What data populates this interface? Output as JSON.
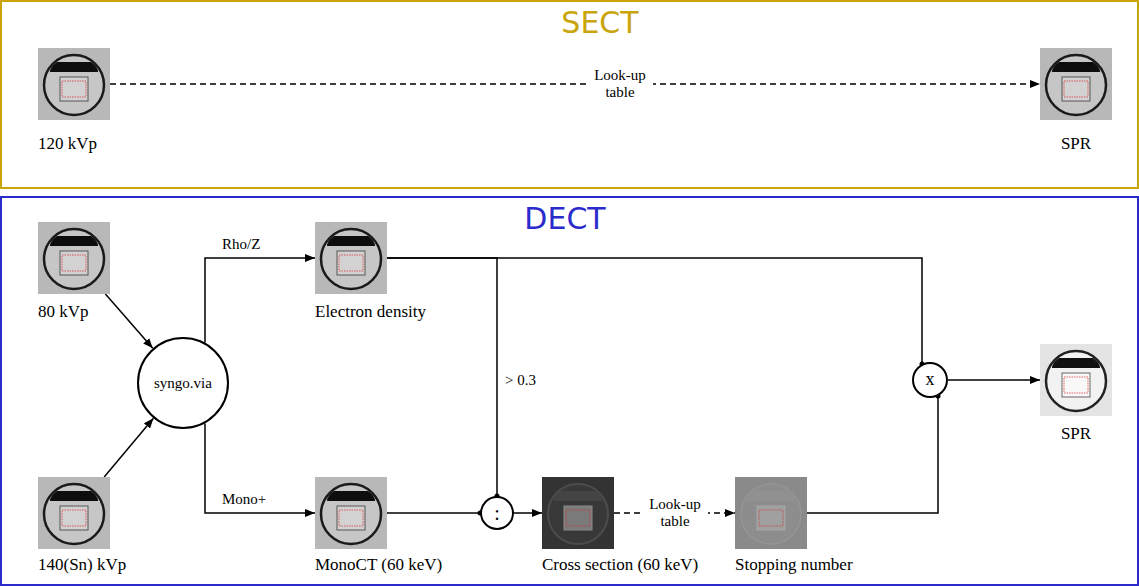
{
  "diagram": {
    "nodes": [
      {
        "text": [
          "SECT"
        ]
      },
      {
        "text": [
          "120 kVp"
        ],
        "in": 0
      },
      {
        "text": [
          "SPR"
        ],
        "in": 0
      },
      {
        "text": [
          "DECT"
        ]
      },
      {
        "text": [
          "80 kVp"
        ],
        "in": 3
      },
      {
        "text": [
          "140(Sn) kVp"
        ],
        "in": 3
      },
      {
        "text": [
          "syngo.via"
        ],
        "in": 3
      },
      {
        "text": [
          "Electron density"
        ],
        "in": 3
      },
      {
        "text": [
          "MonoCT (60 keV)"
        ],
        "in": 3
      },
      {
        "text": [
          ":"
        ],
        "in": 3
      },
      {
        "text": [
          "Cross section (60 keV)"
        ],
        "in": 3
      },
      {
        "text": [
          "Stopping number"
        ],
        "in": 3
      },
      {
        "text": [
          "x"
        ],
        "in": 3
      },
      {
        "text": [
          "SPR"
        ],
        "in": 3
      }
    ],
    "edges": [
      {
        "from": 1,
        "to": 2,
        "arrow": "to",
        "label": "Look-up table"
      },
      {
        "from": 4,
        "to": 6,
        "arrow": "to"
      },
      {
        "from": 5,
        "to": 6,
        "arrow": "to"
      },
      {
        "from": 6,
        "to": 7,
        "arrow": "to",
        "label": "Rho/Z"
      },
      {
        "from": 6,
        "to": 8,
        "arrow": "to",
        "label": "Mono+"
      },
      {
        "from": 7,
        "to": 9,
        "arrow": "none",
        "label": "> 0.3"
      },
      {
        "from": 8,
        "to": 9,
        "arrow": "none"
      },
      {
        "from": 9,
        "to": 10,
        "arrow": "to"
      },
      {
        "from": 10,
        "to": 11,
        "arrow": "to",
        "label": "Look-up table"
      },
      {
        "from": 7,
        "to": 12,
        "arrow": "none"
      },
      {
        "from": 11,
        "to": 12,
        "arrow": "none"
      },
      {
        "from": 12,
        "to": 13,
        "arrow": "to"
      }
    ]
  }
}
